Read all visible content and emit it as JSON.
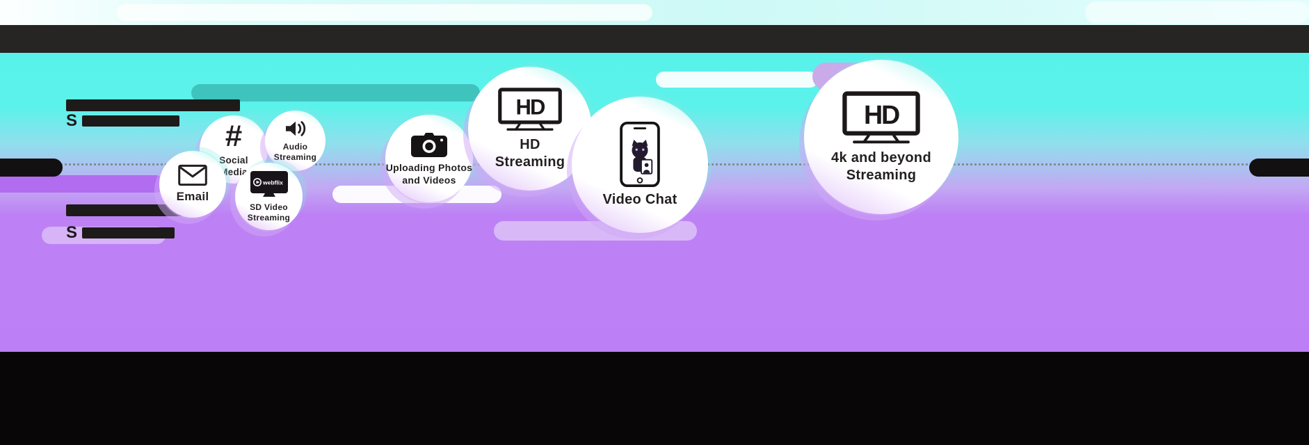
{
  "infographic": {
    "bubbles": [
      {
        "id": "email",
        "lines": [
          "Email"
        ]
      },
      {
        "id": "social-media",
        "glyph": "#",
        "lines": [
          "Social",
          "Media"
        ]
      },
      {
        "id": "audio-streaming",
        "lines": [
          "Audio",
          "Streaming"
        ]
      },
      {
        "id": "sd-video-streaming",
        "brand": "webflix",
        "lines": [
          "SD Video",
          "Streaming"
        ]
      },
      {
        "id": "uploading-photos-and-videos",
        "lines": [
          "Uploading Photos",
          "and Videos"
        ]
      },
      {
        "id": "hd-streaming",
        "screen_text": "HD",
        "lines": [
          "HD",
          "Streaming"
        ]
      },
      {
        "id": "video-chat",
        "lines": [
          "Video Chat"
        ]
      },
      {
        "id": "4k-and-beyond-streaming",
        "screen_text": "HD",
        "lines": [
          "4k and beyond",
          "Streaming"
        ]
      }
    ],
    "partial_text": {
      "upper_prefix": "S",
      "lower_prefix": "S"
    },
    "colors": {
      "background_cyan": "#57f2ea",
      "background_purple": "#bd7ff5",
      "lavender_pill": "#d9b8f8",
      "teal_pill": "#3fc4bd",
      "dark_band": "#272424",
      "footer_black": "#080606",
      "label_text": "#231f20"
    }
  }
}
